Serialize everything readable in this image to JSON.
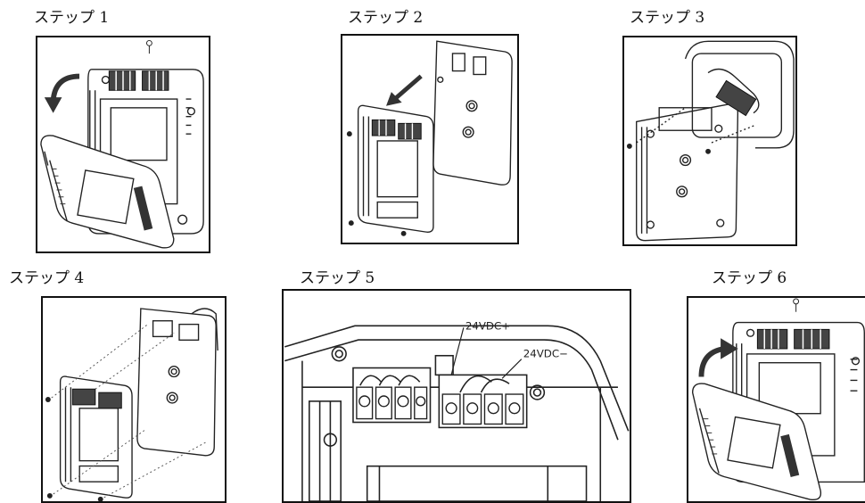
{
  "steps": [
    {
      "label": "ステップ 1"
    },
    {
      "label": "ステップ 2"
    },
    {
      "label": "ステップ 3"
    },
    {
      "label": "ステップ 4"
    },
    {
      "label": "ステップ 5",
      "callouts": [
        "24VDC+",
        "24VDC−"
      ]
    },
    {
      "label": "ステップ 6"
    }
  ],
  "colors": {
    "line": "#222222",
    "arrow": "#333333",
    "background": "#ffffff"
  },
  "icons": [
    "curved-arrow-icon",
    "straight-arrow-icon",
    "screw-icon",
    "terminal-block-icon"
  ]
}
